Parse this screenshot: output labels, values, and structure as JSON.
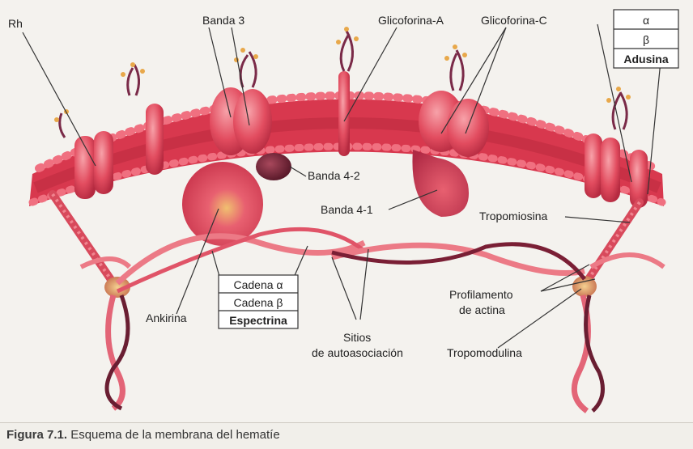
{
  "labels": {
    "rh": "Rh",
    "banda3": "Banda 3",
    "glicoforina_a": "Glicoforina-A",
    "glicoforina_c": "Glicoforina-C",
    "banda42": "Banda 4-2",
    "banda41": "Banda 4-1",
    "tropomiosina": "Tropomiosina",
    "ankirina": "Ankirina",
    "sitios_line1": "Sitios",
    "sitios_line2": "de autoasociación",
    "profilamento_line1": "Profilamento",
    "profilamento_line2": "de actina",
    "tropomodulina": "Tropomodulina"
  },
  "spectrin_box": {
    "row1": "Cadena α",
    "row2": "Cadena β",
    "row3": "Espectrina"
  },
  "adducin_box": {
    "row1": "α",
    "row2": "β",
    "row3": "Adusina"
  },
  "caption": {
    "figure": "Figura 7.1.",
    "text": "Esquema de la membrana del hematíe"
  },
  "colors": {
    "membrane": "#e8485a",
    "protein": "#e05a6a",
    "dark_protein": "#7a1f35",
    "fiber": "#ec7a86",
    "glycan": "#e8a84a"
  }
}
